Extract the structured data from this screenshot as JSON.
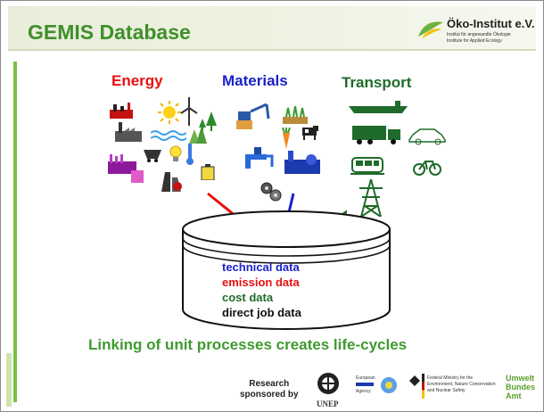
{
  "slide": {
    "title": "GEMIS Database"
  },
  "logo": {
    "name": "Öko-Institut e.V.",
    "line1": "Institut für angewandte Ökologie",
    "line2": "Institute for Applied Ecology"
  },
  "categories": {
    "energy": "Energy",
    "materials": "Materials",
    "transport": "Transport"
  },
  "database": {
    "lines": [
      {
        "text": "technical data",
        "color": "#1b22c8"
      },
      {
        "text": "emission data",
        "color": "#e81010"
      },
      {
        "text": "cost data",
        "color": "#216b2b"
      },
      {
        "text": "direct job data",
        "color": "#111111"
      }
    ]
  },
  "caption": "Linking of unit processes creates life-cycles",
  "footer": {
    "research_line1": "Research",
    "research_line2": "sponsored by",
    "unep": "UNEP",
    "eu_agency_line1": "European",
    "eu_agency_line2": "Agency",
    "ministry_line1": "Federal Ministry for the",
    "ministry_line2": "Environment, Nature Conservation",
    "ministry_line3": "and Nuclear Safety",
    "umwelt_line1": "Umwelt",
    "umwelt_line2": "Bundes",
    "umwelt_line3": "Amt"
  },
  "colors": {
    "title_green": "#3f8f2b",
    "energy_red": "#e81010",
    "materials_blue": "#1b22c8",
    "transport_green": "#216b2b"
  }
}
